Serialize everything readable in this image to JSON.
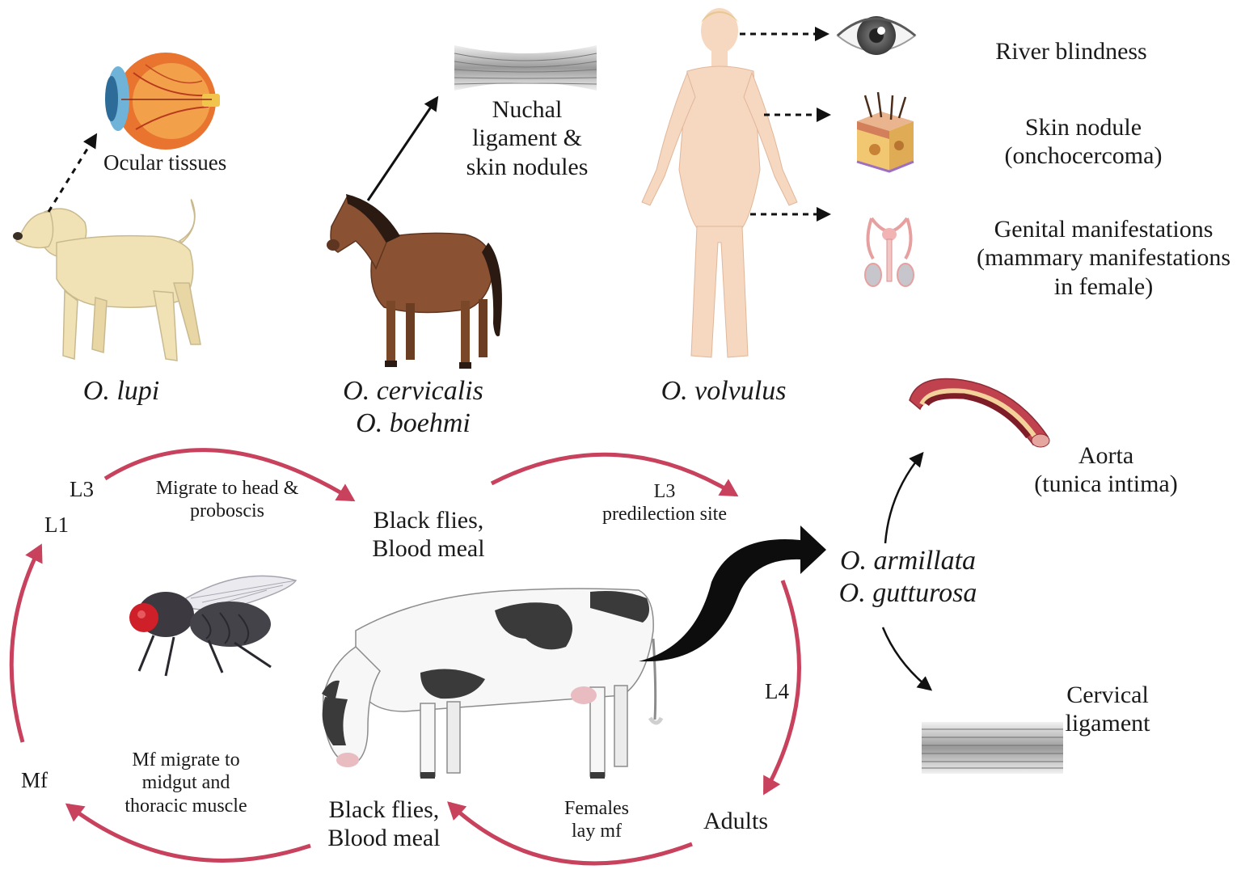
{
  "hosts": {
    "dog": {
      "species": "O. lupi",
      "site": "Ocular tissues"
    },
    "horse": {
      "species_1": "O. cervicalis",
      "species_2": "O. boehmi",
      "site_lines": [
        "Nuchal",
        "ligament &",
        "skin nodules"
      ]
    },
    "human": {
      "species": "O. volvulus"
    },
    "cattle": {
      "species_1": "O. armillata",
      "species_2": "O. gutturosa"
    }
  },
  "manifestations": {
    "eye": "River blindness",
    "skin_lines": [
      "Skin nodule",
      "(onchocercoma)"
    ],
    "genital_lines": [
      "Genital manifestations",
      "(mammary manifestations",
      "in female)"
    ]
  },
  "cattle_sites": {
    "aorta_lines": [
      "Aorta",
      "(tunica intima)"
    ],
    "cervical_lines": [
      "Cervical",
      "ligament"
    ]
  },
  "life_cycle": {
    "stage_l3_top": "L3",
    "stage_l1": "L1",
    "stage_mf": "Mf",
    "stage_l4": "L4",
    "stage_adults": "Adults",
    "migrate_head_lines": [
      "Migrate to head &",
      "proboscis"
    ],
    "black_flies_top_lines": [
      "Black flies,",
      "Blood meal"
    ],
    "l3_predilection_lines": [
      "L3",
      "predilection site"
    ],
    "females_lay_lines": [
      "Females",
      "lay mf"
    ],
    "black_flies_bottom_lines": [
      "Black flies,",
      "Blood meal"
    ],
    "mf_migrate_lines": [
      "Mf migrate to",
      "midgut and",
      "thoracic muscle"
    ]
  },
  "colors": {
    "cycle_arrow": "#c8425e",
    "dashed_arrow": "#111111",
    "cow_arrow": "#0d0d0d",
    "dog": "#f1e2b6",
    "horse": "#8a5233",
    "skin": "#f6d7c0",
    "aorta": "#c0424e"
  }
}
